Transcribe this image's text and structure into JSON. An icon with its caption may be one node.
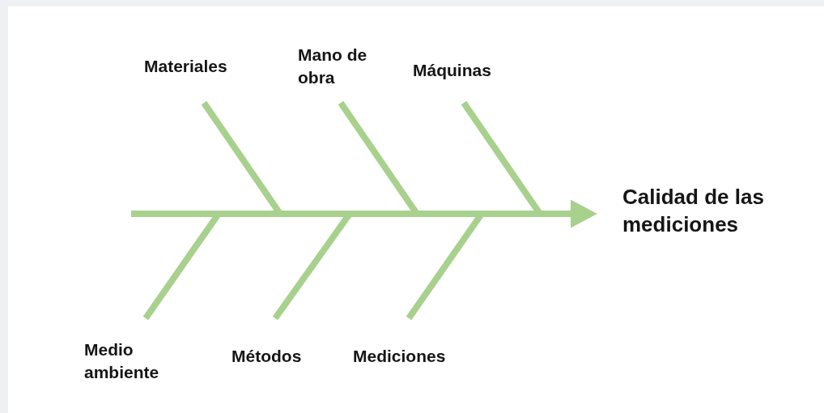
{
  "diagram": {
    "nodes": [
      {
        "text": [
          "Materiales"
        ]
      },
      {
        "text": [
          "Mano de obra"
        ]
      },
      {
        "text": [
          "Máquinas"
        ]
      },
      {
        "text": [
          "Calidad de las mediciones"
        ]
      },
      {
        "text": [
          "Medio ambiente"
        ]
      },
      {
        "text": [
          "Métodos"
        ]
      },
      {
        "text": [
          "Mediciones"
        ]
      }
    ],
    "edges": [
      {
        "from": null,
        "to": 3,
        "arrow": "to"
      },
      {
        "from": 0,
        "to": 3,
        "arrow": "to"
      },
      {
        "from": 1,
        "to": 3,
        "arrow": "to"
      },
      {
        "from": 2,
        "to": 3,
        "arrow": "to"
      },
      {
        "from": 4,
        "to": 3,
        "arrow": "to"
      },
      {
        "from": 5,
        "to": 3,
        "arrow": "to"
      },
      {
        "from": 6,
        "to": 3,
        "arrow": "to"
      }
    ]
  }
}
